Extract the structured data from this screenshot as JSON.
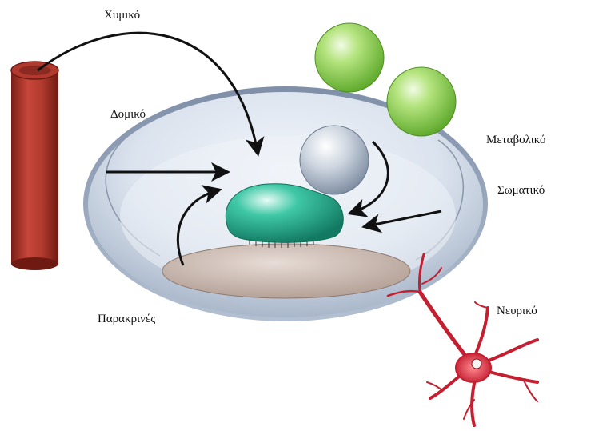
{
  "labels": {
    "chemical": "Χυμικό",
    "structural": "Δομικό",
    "metabolic": "Μεταβολικό",
    "somatic": "Σωματικό",
    "neural": "Νευρικό",
    "paracrine": "Παρακρινές"
  },
  "colors": {
    "blood_vessel": "#a9352a",
    "niche_dish": "#d4dde9",
    "niche_rim": "#8a9bb3",
    "stem_cell": "#2fb596",
    "daughter_cell": "#b9c4d2",
    "metabolite_spheres": "#8fd35a",
    "stromal_cell": "#c9b6ad",
    "neuron": "#cc2233",
    "arrows": "#111111"
  },
  "icons": {
    "vessel": "blood-vessel-icon",
    "neuron": "neuron-icon",
    "spheres": "metabolite-sphere-icon"
  }
}
